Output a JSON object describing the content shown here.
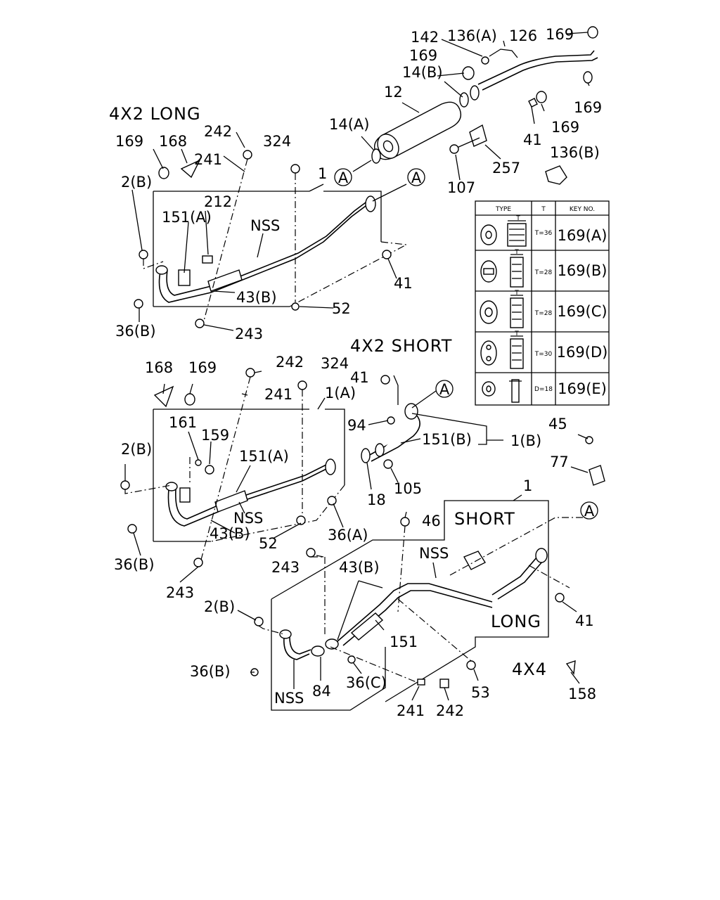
{
  "sections": {
    "long_4x2": "4X2  LONG",
    "short_4x2": "4X2  SHORT",
    "x4": "4X4",
    "short": "SHORT",
    "long": "LONG"
  },
  "circle_ref": "A",
  "labels": {
    "top": [
      "142",
      "136(A)",
      "126",
      "169",
      "169",
      "14(B)",
      "12",
      "169",
      "41",
      "169",
      "136(B)",
      "257",
      "107",
      "14(A)"
    ],
    "long": [
      "169",
      "168",
      "242",
      "241",
      "324",
      "1",
      "2(B)",
      "212",
      "151(A)",
      "NSS",
      "41",
      "43(B)",
      "52",
      "36(B)",
      "243"
    ],
    "short": [
      "168",
      "169",
      "242",
      "324",
      "241",
      "41",
      "1(A)",
      "161",
      "159",
      "2(B)",
      "151(A)",
      "94",
      "151(B)",
      "1(B)",
      "45",
      "77",
      "105",
      "18",
      "NSS",
      "43(B)",
      "52",
      "36(A)",
      "36(B)",
      "243"
    ],
    "x4": [
      "46",
      "1",
      "243",
      "43(B)",
      "NSS",
      "2(B)",
      "151",
      "41",
      "36(B)",
      "84",
      "36(C)",
      "NSS",
      "53",
      "241",
      "242",
      "158"
    ]
  },
  "table": {
    "headers": [
      "TYPE",
      "T",
      "KEY NO."
    ],
    "rows": [
      {
        "t": "T=36",
        "key": "169(A)"
      },
      {
        "t": "T=28",
        "key": "169(B)"
      },
      {
        "t": "T=28",
        "key": "169(C)"
      },
      {
        "t": "T=30",
        "key": "169(D)"
      },
      {
        "t": "D=18",
        "key": "169(E)"
      }
    ],
    "dim_label": "T"
  }
}
